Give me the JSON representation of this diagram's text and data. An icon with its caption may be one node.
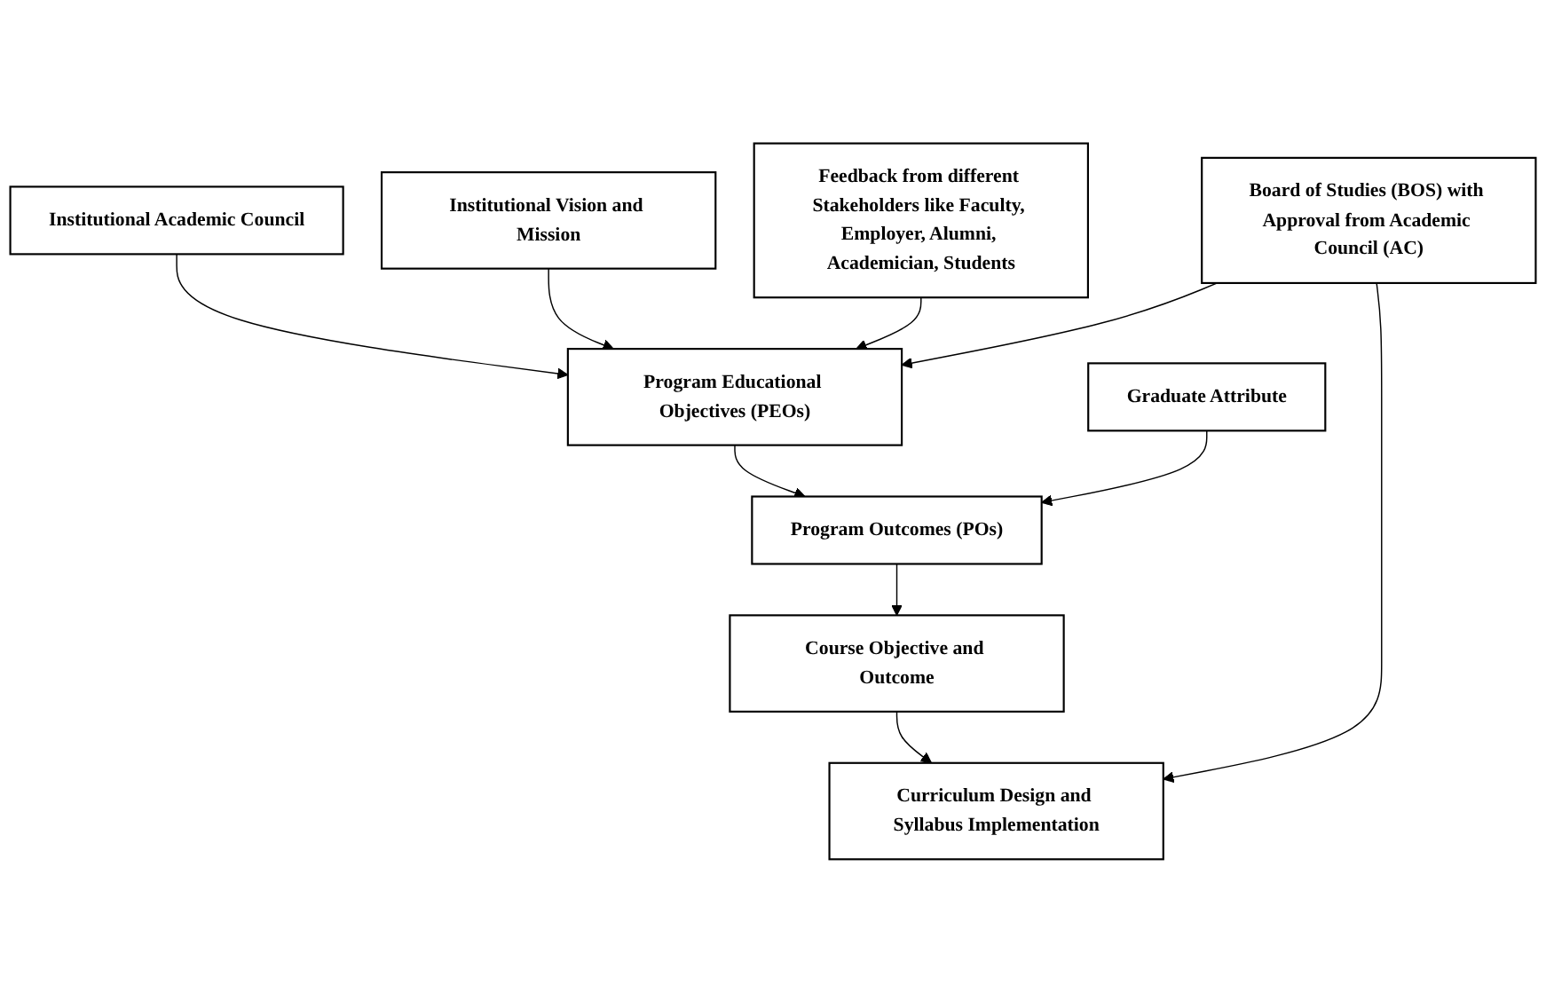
{
  "diagram": {
    "nodes": [
      {
        "text": [
          "Institutional Academic Council"
        ]
      },
      {
        "text": [
          "Institutional Vision and Mission"
        ]
      },
      {
        "text": [
          "Feedback from different Stakeholders like Faculty, Employer, Alumni, Academician, Students"
        ]
      },
      {
        "text": [
          "Program Educational Objectives (PEOs)"
        ]
      },
      {
        "text": [
          "Board of Studies (BOS) with Approval from Academic Council (AC)"
        ]
      },
      {
        "text": [
          "Graduate Attribute"
        ]
      },
      {
        "text": [
          "Program Outcomes (POs)"
        ]
      },
      {
        "text": [
          "Course Objective and Outcome"
        ]
      },
      {
        "text": [
          "Curriculum Design and Syllabus Implementation"
        ]
      }
    ],
    "edges": [
      {
        "from": 0,
        "to": 3,
        "arrow": "to"
      },
      {
        "from": 1,
        "to": 3,
        "arrow": "to"
      },
      {
        "from": 2,
        "to": 3,
        "arrow": "to"
      },
      {
        "from": 4,
        "to": 3,
        "arrow": "to"
      },
      {
        "from": 3,
        "to": 6,
        "arrow": "to"
      },
      {
        "from": 5,
        "to": 6,
        "arrow": "to"
      },
      {
        "from": 6,
        "to": 7,
        "arrow": "to"
      },
      {
        "from": 7,
        "to": 8,
        "arrow": "to"
      },
      {
        "from": 4,
        "to": 8,
        "arrow": "to"
      }
    ]
  }
}
